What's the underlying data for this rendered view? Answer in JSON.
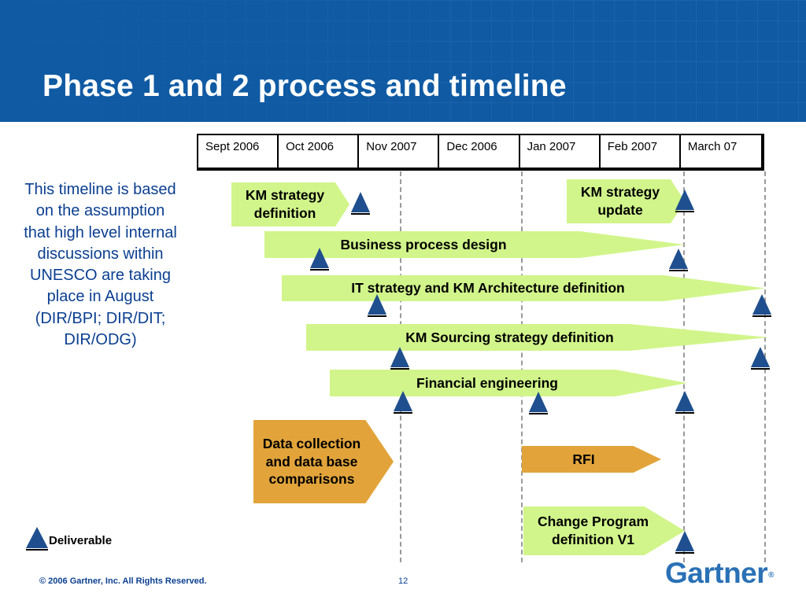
{
  "slide": {
    "title": "Phase 1 and 2 process and timeline",
    "note": "This timeline is based on the assumption that high level internal discussions within UNESCO are taking place in August (DIR/BPI; DIR/DIT; DIR/ODG)",
    "legend_label": "Deliverable",
    "footer_copyright": "© 2006 Gartner, Inc. All Rights Reserved.",
    "page_number": "12",
    "logo_text": "Gartner",
    "logo_mark": "®"
  },
  "timeline": {
    "months": [
      "Sept 2006",
      "Oct 2006",
      "Nov 2007",
      "Dec 2006",
      "Jan 2007",
      "Feb 2007",
      "March 07"
    ]
  },
  "activities": {
    "km_strategy_definition": "KM strategy definition",
    "km_strategy_update": "KM strategy update",
    "business_process_design": "Business process design",
    "it_strategy": "IT strategy and KM Architecture definition",
    "km_sourcing": "KM Sourcing strategy definition",
    "financial_engineering": "Financial engineering",
    "data_collection": "Data collection and data base comparisons",
    "rfi": "RFI",
    "change_program": "Change Program definition V1"
  },
  "colors": {
    "header_blue": "#0f5aa3",
    "bar_green": "#d1f58a",
    "bar_orange": "#e2a43a",
    "text_blue": "#0b3f91",
    "deliverable_blue": "#1f4f8e"
  }
}
